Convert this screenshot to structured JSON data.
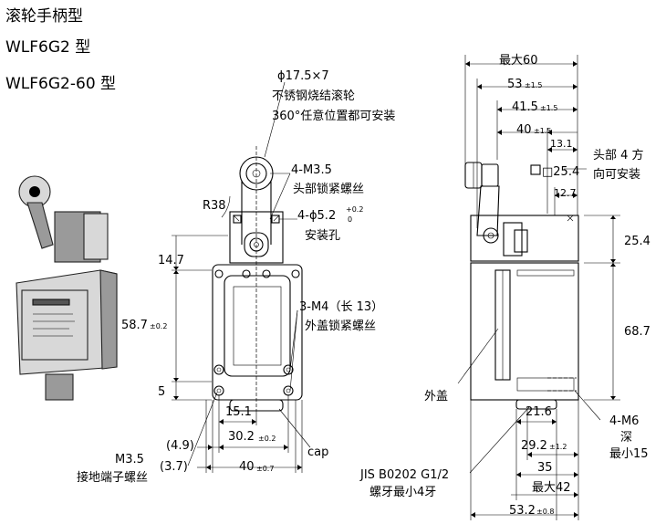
{
  "titles": {
    "line1": "滚轮手柄型",
    "line2": "WLF6G2 型",
    "line3": "WLF6G2-60 型"
  },
  "front_view": {
    "roller_spec": "ϕ17.5×7",
    "roller_note1": "不锈钢烧结滚轮",
    "roller_note2": "360°任意位置都可安装",
    "lock_screw": "4-M3.5",
    "lock_screw_note": "头部锁紧螺丝",
    "radius": "R38",
    "mount_hole_a": "4-ϕ5.2",
    "mount_hole_tol_plus": "+0.2",
    "mount_hole_tol_minus": "0",
    "mount_hole_note": "安装孔",
    "dim_14_7": "14.7",
    "cover_screw": "3-M4（长  13）",
    "cover_screw_note": "外盖锁紧螺丝",
    "dim_58_7": "58.7",
    "dim_58_7_tol": "±0.2",
    "dim_5": "5",
    "dim_15_1": "15.1",
    "dim_4_9": "(4.9)",
    "dim_30_2": "30.2",
    "dim_30_2_tol": "±0.2",
    "dim_3_7": "(3.7)",
    "dim_40": "40",
    "dim_40_tol": "±0.7",
    "ground_screw": "M3.5",
    "ground_screw_note": "接地端子螺丝",
    "cap": "cap"
  },
  "side_view": {
    "max60": "最大60",
    "d53": "53",
    "d53_tol": "±1.5",
    "d41_5": "41.5",
    "d41_5_tol": "±1.5",
    "d40": "40",
    "d40_tol": "±1.5",
    "d13_1": "13.1",
    "head_note1": "头部 4 方",
    "head_note2": "向可安装",
    "d25_4_sq": "□25.4",
    "d12_7": "12.7",
    "d25_4": "25.4",
    "d68_7": "68.7",
    "cover": "外盖",
    "d21_6": "21.6",
    "m6": "4-M6",
    "m6_note1": "深",
    "m6_note2": "最小15",
    "d29_2": "29.2",
    "d29_2_tol": "±1.2",
    "d35": "35",
    "max42": "最大42",
    "d53_2": "53.2",
    "d53_2_tol": "±0.8",
    "jis": "JIS B0202 G1/2",
    "jis_note": "螺牙最小4牙"
  }
}
